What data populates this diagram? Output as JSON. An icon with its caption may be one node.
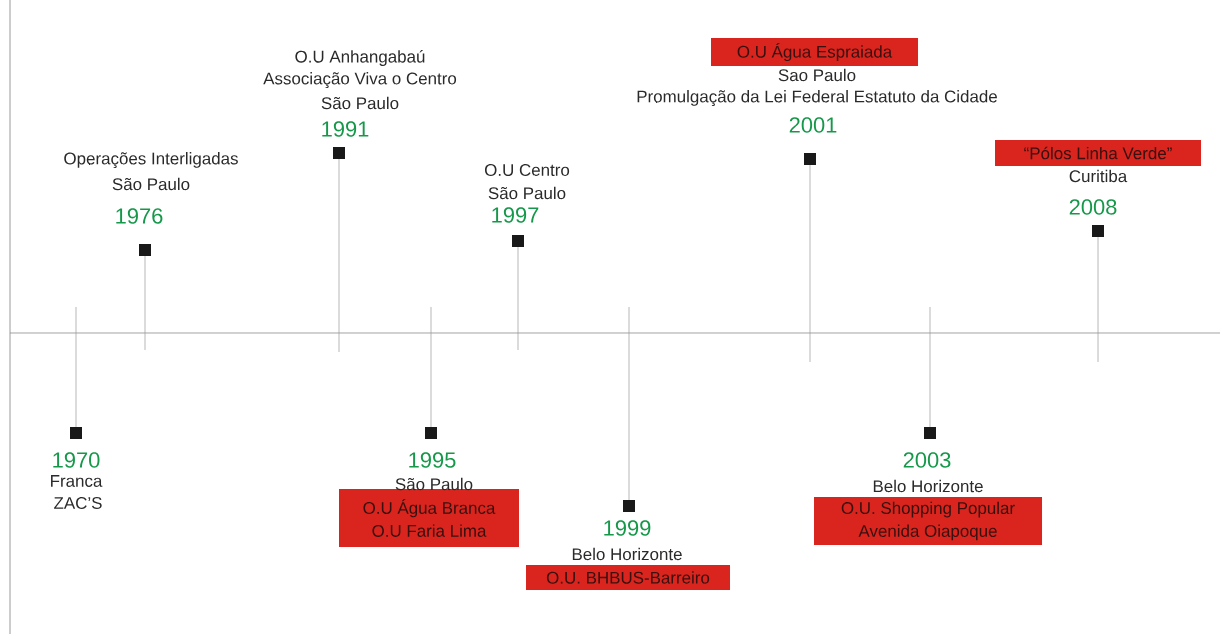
{
  "diagram": {
    "nodes": [
      {
        "text": [
          "O.U Água Branca",
          "O.U Faria Lima"
        ]
      },
      {
        "text": [
          "O.U. BHBUS-Barreiro"
        ]
      },
      {
        "text": [
          "O.U Água Espraiada"
        ]
      },
      {
        "text": [
          "“Pólos Linha Verde”"
        ]
      },
      {
        "text": [
          "O.U. Shopping Popular",
          "Avenida Oiapoque"
        ]
      }
    ],
    "labels": [
      "1970",
      "Franca",
      "ZAC’S",
      "Operações Interligadas",
      "São Paulo",
      "1976",
      "O.U Anhangabaú",
      "Associação Viva o Centro",
      "São Paulo",
      "1991",
      "1995",
      "São Paulo",
      "O.U Centro",
      "São Paulo",
      "1997",
      "1999",
      "Belo Horizonte",
      "Sao Paulo",
      "Promulgação da Lei Federal Estatuto da Cidade",
      "2001",
      "2003",
      "Belo Horizonte",
      "Curitiba",
      "2008"
    ]
  }
}
